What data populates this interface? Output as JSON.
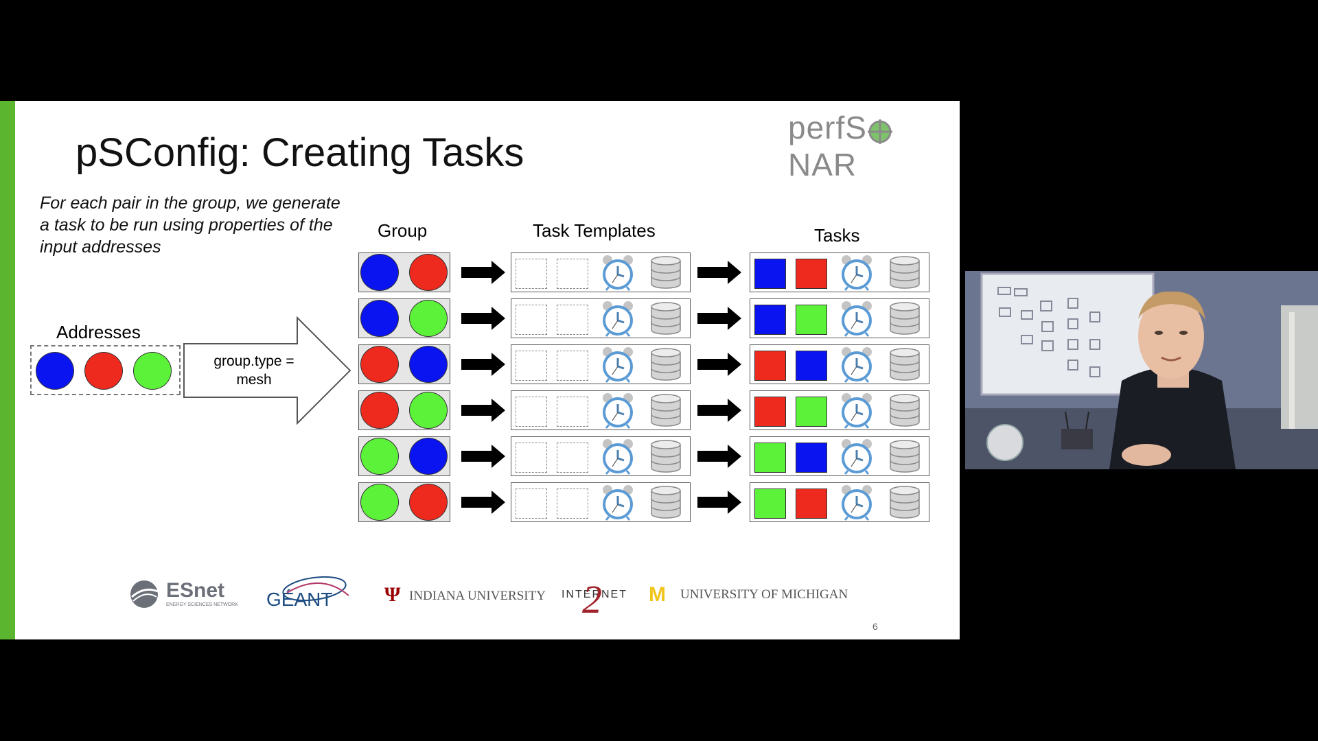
{
  "slide": {
    "title": "pSConfig: Creating Tasks",
    "logo_left": "perfS",
    "logo_right": "NAR",
    "intro": "For each pair in the group, we generate a task to be run using properties of the input addresses",
    "addresses_label": "Addresses",
    "arrow_text_line1": "group.type =",
    "arrow_text_line2": "mesh",
    "group_label": "Group",
    "templates_label": "Task  Templates",
    "tasks_label": "Tasks",
    "page_number": "6"
  },
  "colors": {
    "blue": "#0a14f0",
    "red": "#ee2a1e",
    "green": "#5df23a",
    "accent": "#5cb52f"
  },
  "addresses": [
    "blue",
    "red",
    "green"
  ],
  "pairs": [
    [
      "blue",
      "red"
    ],
    [
      "blue",
      "green"
    ],
    [
      "red",
      "blue"
    ],
    [
      "red",
      "green"
    ],
    [
      "green",
      "blue"
    ],
    [
      "green",
      "red"
    ]
  ],
  "icons": {
    "template_icons": [
      "alarm-clock-icon",
      "database-icon"
    ]
  },
  "partners": {
    "esnet": "ESnet",
    "esnet_sub": "ENERGY SCIENCES NETWORK",
    "geant": "GÉANT",
    "indiana": "INDIANA UNIVERSITY",
    "internet2": "INTERNET",
    "internet2_mark": "2",
    "michigan": "UNIVERSITY OF MICHIGAN",
    "michigan_mark": "M"
  }
}
